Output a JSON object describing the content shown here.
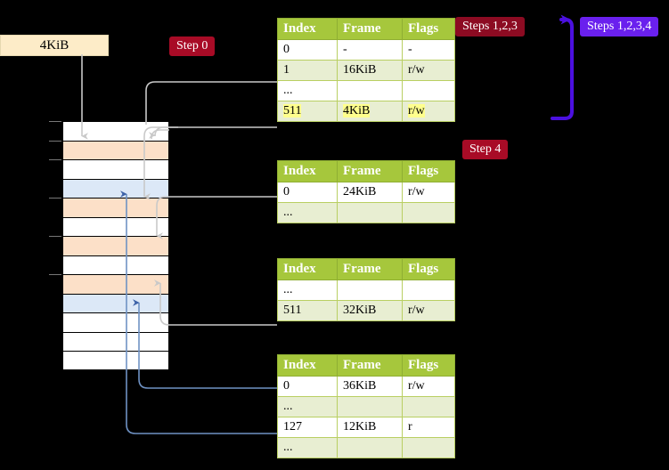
{
  "diagram": {
    "title_label": "4KiB",
    "badges": {
      "step0": "Step 0",
      "step4": "Step 4",
      "steps123": "Steps 1,2,3",
      "steps1234": "Steps 1,2,3,4"
    },
    "colors": {
      "background": "#000000",
      "badge_crimson": "#a80b26",
      "badge_darkred": "#8c0b22",
      "badge_violet": "#6a20ee",
      "table_header": "#a6c73c",
      "table_row_alt": "#e8eed2",
      "highlight_yellow": "#ffff8d",
      "mem_peach": "#fce0c8",
      "mem_blue": "#dce8f7",
      "arrow_gray": "#b0b0b0",
      "arrow_blue": "#6f92c4",
      "kib_box_fill": "#fdecc8"
    }
  },
  "memory_column": {
    "name": "physical-memory",
    "rows": [
      {
        "fill": "#ffffff",
        "tick": true
      },
      {
        "fill": "#fce0c8",
        "tick": true
      },
      {
        "fill": "#ffffff",
        "tick": true
      },
      {
        "fill": "#dce8f7",
        "tick": false
      },
      {
        "fill": "#fce0c8",
        "tick": true
      },
      {
        "fill": "#ffffff",
        "tick": false
      },
      {
        "fill": "#fce0c8",
        "tick": true
      },
      {
        "fill": "#ffffff",
        "tick": false
      },
      {
        "fill": "#fce0c8",
        "tick": true
      },
      {
        "fill": "#dce8f7",
        "tick": false
      },
      {
        "fill": "#ffffff",
        "tick": false
      },
      {
        "fill": "#ffffff",
        "tick": false
      },
      {
        "fill": "#ffffff",
        "tick": false
      }
    ]
  },
  "tables": [
    {
      "id": "level0",
      "headers": [
        "Index",
        "Frame",
        "Flags"
      ],
      "rows": [
        {
          "cells": [
            "0",
            "-",
            "-"
          ],
          "shade": "odd",
          "highlight": false
        },
        {
          "cells": [
            "1",
            "16KiB",
            "r/w"
          ],
          "shade": "even",
          "highlight": false
        },
        {
          "cells": [
            "...",
            "",
            ""
          ],
          "shade": "odd",
          "highlight": false
        },
        {
          "cells": [
            "511",
            "4KiB",
            "r/w"
          ],
          "shade": "even",
          "highlight": true
        }
      ]
    },
    {
      "id": "level1",
      "headers": [
        "Index",
        "Frame",
        "Flags"
      ],
      "rows": [
        {
          "cells": [
            "0",
            "24KiB",
            "r/w"
          ],
          "shade": "odd",
          "highlight": false
        },
        {
          "cells": [
            "...",
            "",
            ""
          ],
          "shade": "even",
          "highlight": false
        }
      ]
    },
    {
      "id": "level2",
      "headers": [
        "Index",
        "Frame",
        "Flags"
      ],
      "rows": [
        {
          "cells": [
            "...",
            "",
            ""
          ],
          "shade": "odd",
          "highlight": false
        },
        {
          "cells": [
            "511",
            "32KiB",
            "r/w"
          ],
          "shade": "even",
          "highlight": false
        }
      ]
    },
    {
      "id": "level3",
      "headers": [
        "Index",
        "Frame",
        "Flags"
      ],
      "rows": [
        {
          "cells": [
            "0",
            "36KiB",
            "r/w"
          ],
          "shade": "odd",
          "highlight": false
        },
        {
          "cells": [
            "...",
            "",
            ""
          ],
          "shade": "even",
          "highlight": false
        },
        {
          "cells": [
            "127",
            "12KiB",
            "r"
          ],
          "shade": "odd",
          "highlight": false
        },
        {
          "cells": [
            "...",
            "",
            ""
          ],
          "shade": "even",
          "highlight": false
        }
      ]
    }
  ]
}
